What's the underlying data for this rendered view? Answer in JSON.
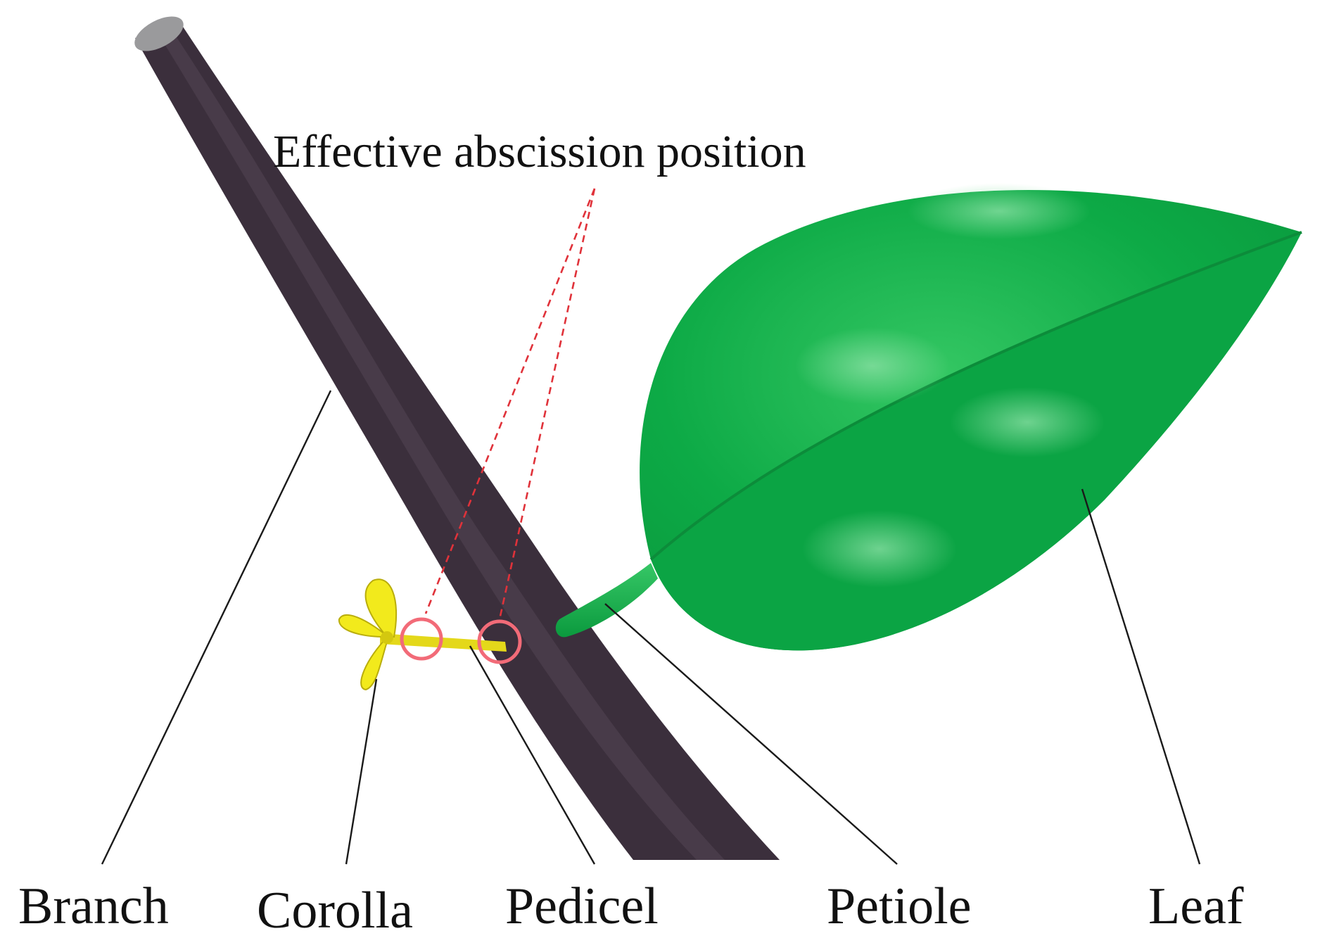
{
  "labels": {
    "effective_abscission_position": "Effective abscission position",
    "branch": "Branch",
    "corolla": "Corolla",
    "pedicel": "Pedicel",
    "petiole": "Petiole",
    "leaf": "Leaf"
  },
  "colors": {
    "branch": "#3b2f3c",
    "leaf": "#0fae48",
    "corolla": "#f2ea1c",
    "marker_ring": "#f26b78",
    "marker_dash": "#e0323a"
  }
}
